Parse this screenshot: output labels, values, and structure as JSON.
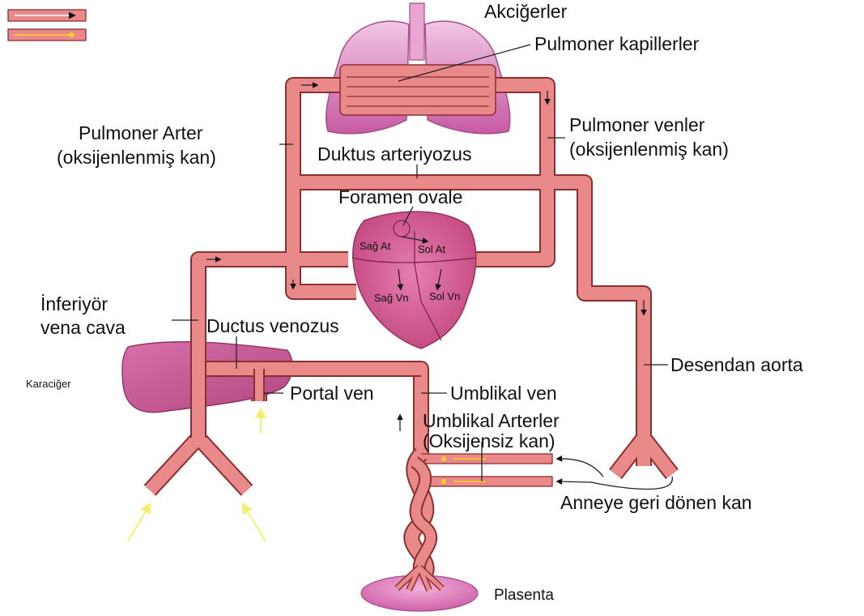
{
  "legend": {
    "items": [
      {
        "name": "oxygenated-flow-legend",
        "arrow_color": "#ffffff"
      },
      {
        "name": "deoxygenated-flow-legend",
        "arrow_color": "#ffd21f"
      }
    ]
  },
  "labels": {
    "lungs": "Akciğerler",
    "pulmonary_capillaries": "Pulmoner kapillerler",
    "pulmonary_artery_1": "Pulmoner Arter",
    "pulmonary_artery_2": "(oksijenlenmiş kan)",
    "pulmonary_veins_1": "Pulmoner venler",
    "pulmonary_veins_2": "(oksijenlenmiş kan)",
    "ductus_arteriosus": "Duktus arteriyozus",
    "foramen_ovale": "Foramen ovale",
    "right_atrium": "Sağ At",
    "left_atrium": "Sol At",
    "right_ventricle": "Sağ Vn",
    "left_ventricle": "Sol Vn",
    "ivc_1": "İnferiyör",
    "ivc_2": "vena cava",
    "ductus_venosus": "Ductus venozus",
    "liver": "Karaciğer",
    "portal_vein": "Portal ven",
    "umbilical_vein": "Umblikal ven",
    "umbilical_arteries_1": "Umblikal Arterler",
    "umbilical_arteries_2": "(Oksijensiz kan)",
    "descending_aorta": "Desendan aorta",
    "returning_to_mother": "Anneye geri dönen kan",
    "placenta": "Plasenta"
  },
  "colors": {
    "vessel": "#e9898a",
    "vessel_outline": "#8a3030",
    "lungs": "#d572b4",
    "heart": "#cc4f86",
    "liver": "#c25694",
    "placenta": "#d86fb6",
    "yellow_arrow": "#f4ef74"
  }
}
